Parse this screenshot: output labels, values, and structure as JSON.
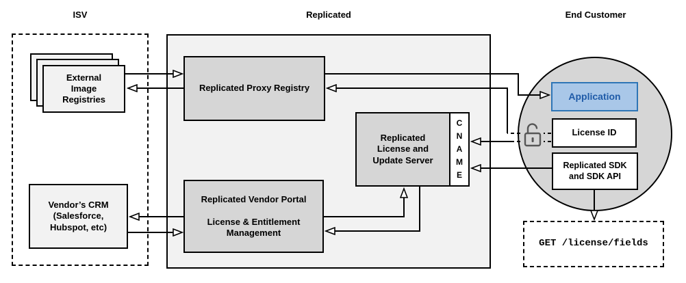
{
  "sections": {
    "isv": {
      "label": "ISV"
    },
    "replicated": {
      "label": "Replicated"
    },
    "end_customer": {
      "label": "End Customer"
    }
  },
  "nodes": {
    "external_registries": {
      "label": "External\nImage\nRegistries"
    },
    "vendor_crm": {
      "label": "Vendor’s CRM\n(Salesforce,\nHubspot, etc)"
    },
    "proxy_registry": {
      "label": "Replicated Proxy Registry"
    },
    "license_update_server": {
      "label": "Replicated\nLicense and\nUpdate Server"
    },
    "cname": {
      "label": "C\nN\nA\nM\nE"
    },
    "vendor_portal": {
      "label": "Replicated Vendor Portal\n\nLicense & Entitlement\nManagement"
    },
    "application": {
      "label": "Application"
    },
    "license_id": {
      "label": "License ID"
    },
    "replicated_sdk": {
      "label": "Replicated SDK\nand SDK API"
    },
    "get_request": {
      "label": "GET /license/fields"
    }
  },
  "icons": {
    "lock": "open-padlock-icon"
  },
  "colors": {
    "node_gray": "#d6d6d6",
    "panel_gray": "#f2f2f2",
    "application_fill": "#a9c7e8",
    "application_border": "#2e75b6",
    "application_text": "#1f5ba8",
    "line_color": "#000000",
    "lock_color": "#565656"
  }
}
